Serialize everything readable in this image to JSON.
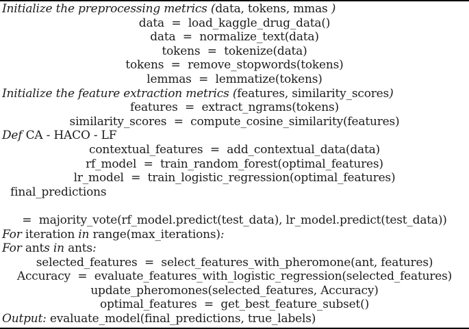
{
  "page": {
    "background_color": "#ffffff",
    "text_color": "#1c1c1c",
    "rule_color": "#000000"
  },
  "figure": {
    "lines": [
      {
        "name": "line-init-preprocessing",
        "align": "left",
        "indent": 3,
        "segments": [
          {
            "text": "Initialize the preprocessing metrics (",
            "italic": true
          },
          {
            "text": "data, tokens, mmas ",
            "italic": false
          },
          {
            "text": ")",
            "italic": true
          }
        ]
      },
      {
        "name": "line-load-data",
        "align": "center",
        "segments": [
          {
            "text": "data  =  load_kaggle_drug_data()",
            "italic": false
          }
        ]
      },
      {
        "name": "line-normalize-text",
        "align": "center",
        "segments": [
          {
            "text": "data  =  normalize_text(data)",
            "italic": false
          }
        ]
      },
      {
        "name": "line-tokenize",
        "align": "center",
        "segments": [
          {
            "text": "tokens  =  tokenize(data)",
            "italic": false
          }
        ]
      },
      {
        "name": "line-remove-stopwords",
        "align": "center",
        "segments": [
          {
            "text": "tokens  =  remove_stopwords(tokens)",
            "italic": false
          }
        ]
      },
      {
        "name": "line-lemmatize",
        "align": "center",
        "segments": [
          {
            "text": "lemmas  =  lemmatize(tokens)",
            "italic": false
          }
        ]
      },
      {
        "name": "line-init-feature-extraction",
        "align": "left",
        "indent": 3,
        "segments": [
          {
            "text": "Initialize the feature extraction metrics (",
            "italic": true
          },
          {
            "text": "features, similarity_scores",
            "italic": false
          },
          {
            "text": ")",
            "italic": true
          }
        ]
      },
      {
        "name": "line-extract-ngrams",
        "align": "center",
        "segments": [
          {
            "text": "features  =  extract_ngrams(tokens)",
            "italic": false
          }
        ]
      },
      {
        "name": "line-cosine-similarity",
        "align": "center",
        "segments": [
          {
            "text": "similarity_scores  =  compute_cosine_similarity(features)",
            "italic": false
          }
        ]
      },
      {
        "name": "line-def-ca-haco-lf",
        "align": "left",
        "indent": 3,
        "segments": [
          {
            "text": "Def",
            "italic": true
          },
          {
            "text": " CA - HACO - LF",
            "italic": false
          }
        ]
      },
      {
        "name": "line-contextual-features",
        "align": "center",
        "segments": [
          {
            "text": "contextual_features  =  add_contextual_data(data)",
            "italic": false
          }
        ]
      },
      {
        "name": "line-train-random-forest",
        "align": "center",
        "segments": [
          {
            "text": "rf_model  =  train_random_forest(optimal_features)",
            "italic": false
          }
        ]
      },
      {
        "name": "line-train-logistic-regression",
        "align": "center",
        "segments": [
          {
            "text": "lr_model  =  train_logistic_regression(optimal_features)",
            "italic": false
          }
        ]
      },
      {
        "name": "line-final-predictions",
        "align": "left",
        "indent": 15,
        "segments": [
          {
            "text": "final_predictions",
            "italic": false
          }
        ]
      },
      {
        "name": "line-blank",
        "align": "left",
        "segments": []
      },
      {
        "name": "line-majority-vote",
        "align": "center",
        "segments": [
          {
            "text": "=  majority_vote(rf_model.predict(test_data), lr_model.predict(test_data))",
            "italic": false
          }
        ]
      },
      {
        "name": "line-for-iteration",
        "align": "left",
        "indent": 3,
        "segments": [
          {
            "text": "For ",
            "italic": true
          },
          {
            "text": "iteration ",
            "italic": false
          },
          {
            "text": "in ",
            "italic": true
          },
          {
            "text": "range(max_iterations)",
            "italic": false
          },
          {
            "text": ":",
            "italic": true
          }
        ]
      },
      {
        "name": "line-for-ants",
        "align": "left",
        "indent": 3,
        "segments": [
          {
            "text": "For ",
            "italic": true
          },
          {
            "text": "ant",
            "italic": false
          },
          {
            "text": "s in ",
            "italic": true
          },
          {
            "text": "ants",
            "italic": false
          },
          {
            "text": ":",
            "italic": true
          }
        ]
      },
      {
        "name": "line-select-features",
        "align": "center",
        "segments": [
          {
            "text": "selected_features  =  select_features_with_pheromone(ant, features)",
            "italic": false
          }
        ]
      },
      {
        "name": "line-evaluate-accuracy",
        "align": "center",
        "segments": [
          {
            "text": "Accuracy  =  evaluate_features_with_logistic_regression(selected_features)",
            "italic": false
          }
        ]
      },
      {
        "name": "line-update-pheromones",
        "align": "center",
        "segments": [
          {
            "text": "update_pheromones(selected_features, Accuracy)",
            "italic": false
          }
        ]
      },
      {
        "name": "line-optimal-features",
        "align": "center",
        "segments": [
          {
            "text": "optimal_features  =  get_best_feature_subset()",
            "italic": false
          }
        ]
      },
      {
        "name": "line-output",
        "align": "left",
        "indent": 3,
        "segments": [
          {
            "text": "Output:",
            "italic": true
          },
          {
            "text": " evaluate_model(final_predictions, true_labels)",
            "italic": false
          }
        ]
      }
    ]
  }
}
